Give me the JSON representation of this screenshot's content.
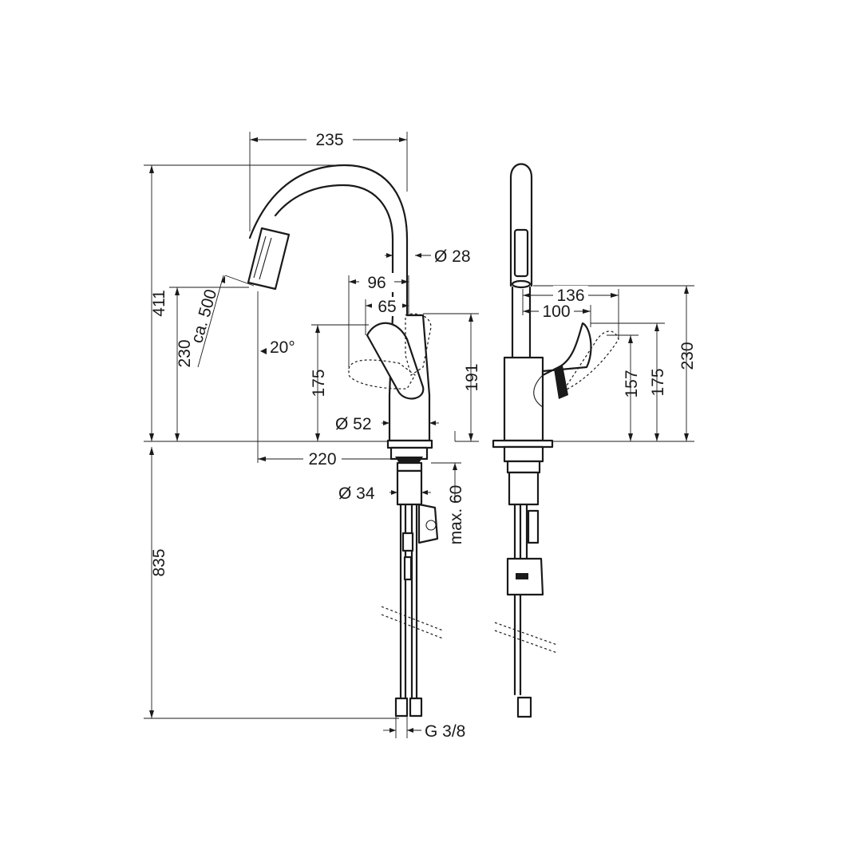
{
  "dimensions": {
    "d235": "235",
    "d28": "Ø 28",
    "d96": "96",
    "d65": "65",
    "d411": "411",
    "d230_left": "230",
    "d_ca500": "ca. 500",
    "d20deg": "20°",
    "d175_left": "175",
    "d191": "191",
    "d52": "Ø 52",
    "d220": "220",
    "d34": "Ø 34",
    "d_max60": "max. 60",
    "d835": "835",
    "d_g38": "G 3/8",
    "d136": "136",
    "d100": "100",
    "d157": "157",
    "d175_right": "175",
    "d230_right": "230"
  }
}
